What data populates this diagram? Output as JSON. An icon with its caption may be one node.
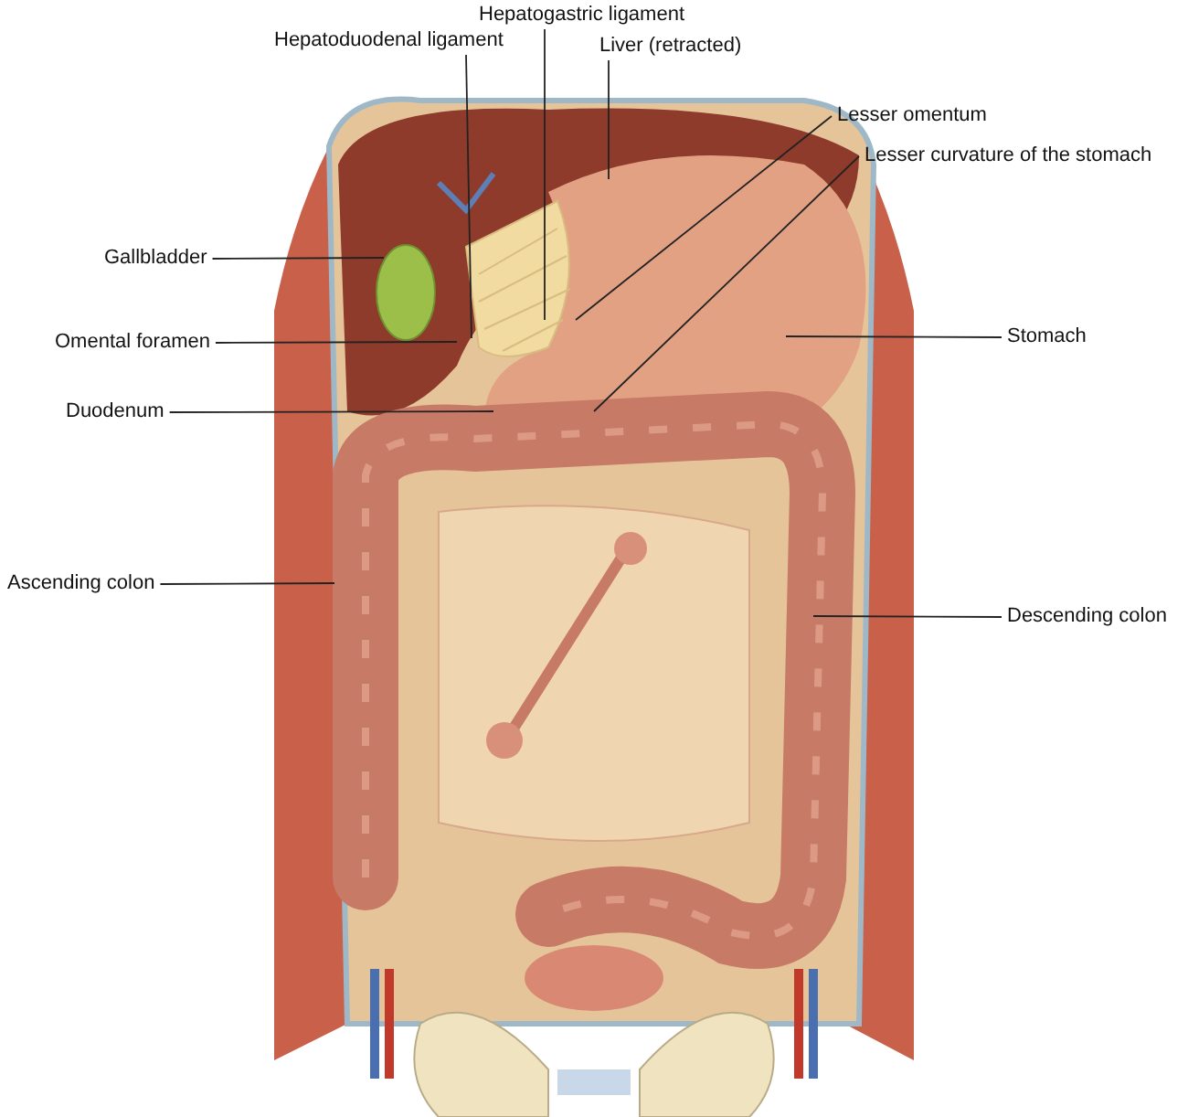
{
  "diagram": {
    "nodes": [
      {
        "text": [
          "Hepatoduodenal ligament"
        ]
      },
      {
        "text": [
          "Hepatogastric ligament"
        ]
      },
      {
        "text": [
          "Liver (retracted)"
        ]
      },
      {
        "text": [
          "Lesser omentum"
        ]
      },
      {
        "text": [
          "Lesser curvature of the stomach"
        ]
      },
      {
        "text": [
          "Gallbladder"
        ]
      },
      {
        "text": [
          "Omental foramen"
        ]
      },
      {
        "text": [
          "Stomach"
        ]
      },
      {
        "text": [
          "Duodenum"
        ]
      },
      {
        "text": [
          "Ascending colon"
        ]
      },
      {
        "text": [
          "Descending colon"
        ]
      }
    ],
    "edges": [
      {
        "from": 0,
        "to": null,
        "arrow": "none"
      },
      {
        "from": 1,
        "to": null,
        "arrow": "none"
      },
      {
        "from": 2,
        "to": null,
        "arrow": "none"
      },
      {
        "from": 3,
        "to": null,
        "arrow": "none"
      },
      {
        "from": 4,
        "to": null,
        "arrow": "none"
      },
      {
        "from": 5,
        "to": null,
        "arrow": "none"
      },
      {
        "from": 6,
        "to": null,
        "arrow": "none"
      },
      {
        "from": 7,
        "to": null,
        "arrow": "none"
      },
      {
        "from": 8,
        "to": null,
        "arrow": "none"
      },
      {
        "from": 9,
        "to": null,
        "arrow": "none"
      },
      {
        "from": 10,
        "to": null,
        "arrow": "none"
      }
    ]
  }
}
